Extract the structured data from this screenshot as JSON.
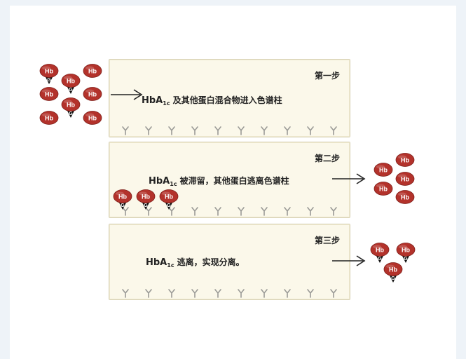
{
  "steps": [
    {
      "label": "第一步",
      "compound": "HbA",
      "subscript": "1c",
      "text": "及其他蛋白混合物进入色谱柱"
    },
    {
      "label": "第二步",
      "compound": "HbA",
      "subscript": "1c",
      "text": "被滞留，其他蛋白逃离色谱柱"
    },
    {
      "label": "第三步",
      "compound": "HbA",
      "subscript": "1c",
      "text": "逃离，实现分离。"
    }
  ],
  "molecule": {
    "hb_text": "Hb",
    "g_text": "G"
  },
  "colors": {
    "hb_red": "#b3322b",
    "panel_bg": "#fbf8ea",
    "antibody_gray": "#9a9a96"
  }
}
